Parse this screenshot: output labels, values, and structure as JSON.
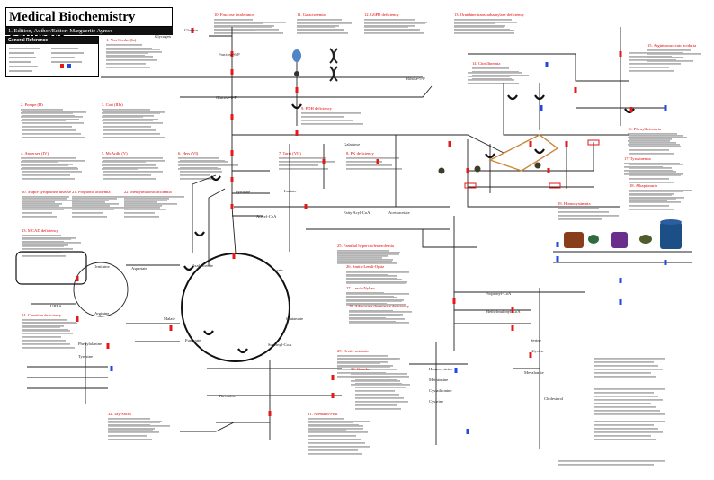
{
  "poster": {
    "title": "Medical Biochemistry Pathways",
    "subtitle": "1. Edition, Author/Editor: Marguerite Aymes",
    "legend_title": "General Reference"
  },
  "metabolites": {
    "glucose": "Glucose",
    "glucose_6p": "Glucose-6-P",
    "pyruvate": "Pyruvate",
    "acetyl_coa": "Acetyl-CoA",
    "citrate": "Citrate",
    "malate": "Malate",
    "oxaloacetate": "Oxaloacetate",
    "succinyl_coa": "Succinyl-CoA",
    "fumarate": "Fumarate",
    "glutamate": "Glutamate",
    "aspartate": "Aspartate",
    "ornithine": "Ornithine",
    "arginine": "Arginine",
    "urea": "UREA",
    "glycogen": "Glycogen",
    "lactate": "Lactate",
    "acetoacetate": "Acetoacetate",
    "propionyl_coa": "Propionyl-CoA",
    "methylmalonyl_coa": "Methylmalonyl-CoA",
    "fatty_acyl_coa": "Fatty Acyl-CoA",
    "cholesterol": "Cholesterol",
    "mevalonate": "Mevalonate",
    "phenylalanine": "Phenylalanine",
    "tyrosine": "Tyrosine",
    "homocysteine": "Homocysteine",
    "methionine": "Methionine",
    "cystathionine": "Cystathionine",
    "cysteine": "Cysteine",
    "serine": "Serine",
    "glycine": "Glycine",
    "threonine": "Threonine",
    "fructose_6p": "Fructose-6-P",
    "galactose": "Galactose",
    "ribose_5p": "Ribose-5-P"
  },
  "disorders": [
    "1. Von Gierke (Ia)",
    "2. Pompe (II)",
    "3. Cori (IIIa)",
    "4. Andersen (IV)",
    "5. McArdle (V)",
    "6. Hers (VI)",
    "7. Tarui (VII)",
    "8. PK deficiency",
    "9. PDH deficiency",
    "10. Fructose intolerance",
    "11. Galactosemia",
    "12. G6PD deficiency",
    "13. Ornithine transcarbamylase deficiency",
    "14. Citrullinemia",
    "15. Argininosuccinic aciduria",
    "16. Phenylketonuria",
    "17. Tyrosinemia",
    "18. Alkaptonuria",
    "19. Homocystinuria",
    "20. Maple syrup urine disease",
    "21. Propionic acidemia",
    "22. Methylmalonic acidemia",
    "23. MCAD deficiency",
    "24. Carnitine deficiency",
    "25. Familial hypercholesterolemia",
    "26. Smith-Lemli-Opitz",
    "27. Lesch-Nyhan",
    "28. Adenosine deaminase deficiency",
    "29. Orotic aciduria",
    "30. Gaucher",
    "31. Niemann-Pick",
    "32. Tay-Sachs"
  ],
  "colors": {
    "enzyme_defect": "#e41a1a",
    "cofactor": "#1f49e0",
    "pathway": "#222222",
    "highlight": "#c9883b"
  }
}
